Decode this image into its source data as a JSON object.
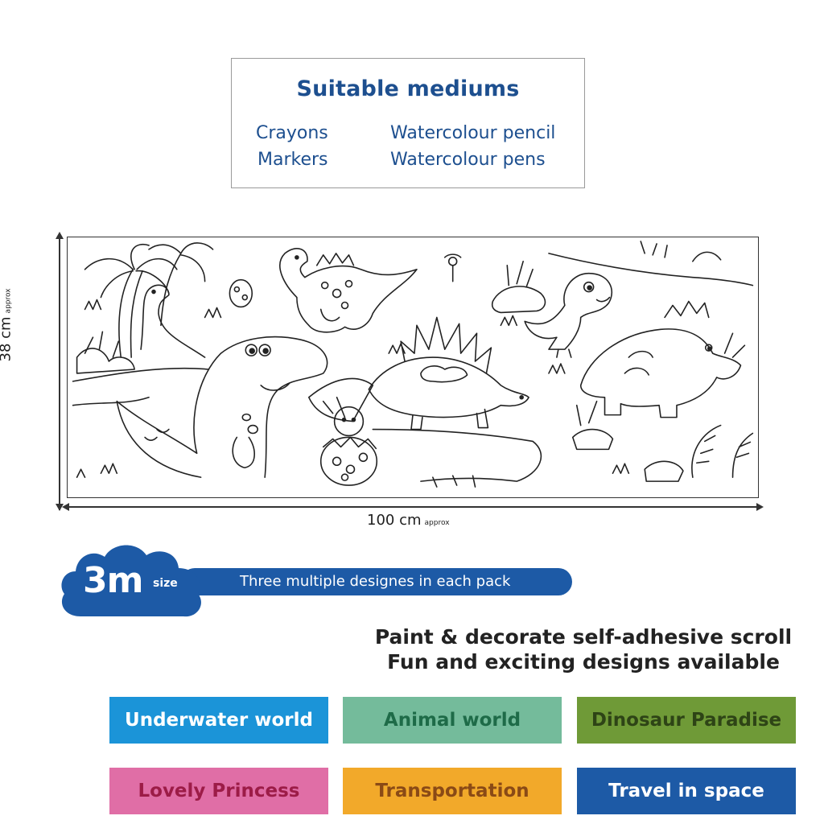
{
  "mediums": {
    "title": "Suitable mediums",
    "items": [
      "Crayons",
      "Watercolour pencil",
      "Markers",
      "Watercolour pens"
    ]
  },
  "dimensions": {
    "height_label": "38 cm",
    "width_label": "100 cm",
    "approx": "approx"
  },
  "banner": {
    "size_main": "3m",
    "size_suffix": "size",
    "text": "Three multiple designes in each pack"
  },
  "tagline": {
    "line1": "Paint & decorate self-adhesive scroll",
    "line2": "Fun and exciting designs available"
  },
  "designs": [
    {
      "label": "Underwater world",
      "bg": "#1b94d8",
      "fg": "#ffffff"
    },
    {
      "label": "Animal world",
      "bg": "#74bb9b",
      "fg": "#1e6b48"
    },
    {
      "label": "Dinosaur Paradise",
      "bg": "#6f9a37",
      "fg": "#2e4416"
    },
    {
      "label": "Lovely Princess",
      "bg": "#e06ea6",
      "fg": "#9c1c47"
    },
    {
      "label": "Transportation",
      "bg": "#f2a92a",
      "fg": "#8a4a16"
    },
    {
      "label": "Travel in space",
      "bg": "#1d5aa6",
      "fg": "#ffffff"
    }
  ],
  "colors": {
    "brand_blue": "#1d4f8f",
    "banner_blue": "#1d5aa6"
  }
}
